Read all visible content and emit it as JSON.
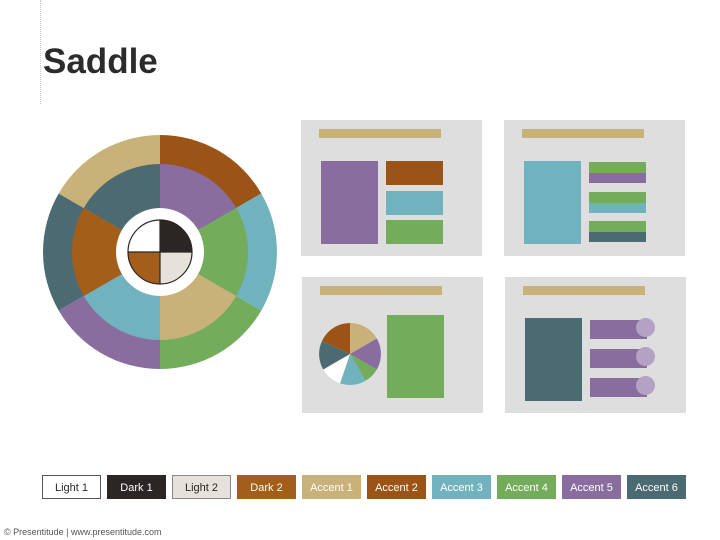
{
  "slide": {
    "title": "Saddle",
    "footer": "© Presentitude | www.presentitude.com"
  },
  "colors": {
    "light1": "#ffffff",
    "dark1": "#2b2523",
    "light2": "#e6e1da",
    "dark2": "#a35e1a",
    "accent1": "#c8b27a",
    "accent2": "#9b5416",
    "accent3": "#71b2bf",
    "accent4": "#73ac5b",
    "accent5": "#896d9f",
    "accent6": "#4c6a72",
    "thumb_bg": "#dedede"
  },
  "swatches": [
    {
      "label": "Light 1",
      "bg": "#ffffff",
      "fg": "#2b2523",
      "border": "#555555"
    },
    {
      "label": "Dark 1",
      "bg": "#2b2523",
      "fg": "#ffffff",
      "border": "#2b2523"
    },
    {
      "label": "Light 2",
      "bg": "#e6e1da",
      "fg": "#2b2523",
      "border": "#888888"
    },
    {
      "label": "Dark 2",
      "bg": "#a35e1a",
      "fg": "#ffffff",
      "border": "#a35e1a"
    },
    {
      "label": "Accent 1",
      "bg": "#c8b27a",
      "fg": "#ffffff",
      "border": "#c8b27a"
    },
    {
      "label": "Accent 2",
      "bg": "#9b5416",
      "fg": "#ffffff",
      "border": "#9b5416"
    },
    {
      "label": "Accent 3",
      "bg": "#71b2bf",
      "fg": "#ffffff",
      "border": "#71b2bf"
    },
    {
      "label": "Accent 4",
      "bg": "#73ac5b",
      "fg": "#ffffff",
      "border": "#73ac5b"
    },
    {
      "label": "Accent 5",
      "bg": "#896d9f",
      "fg": "#ffffff",
      "border": "#896d9f"
    },
    {
      "label": "Accent 6",
      "bg": "#4c6a72",
      "fg": "#ffffff",
      "border": "#4c6a72"
    }
  ]
}
